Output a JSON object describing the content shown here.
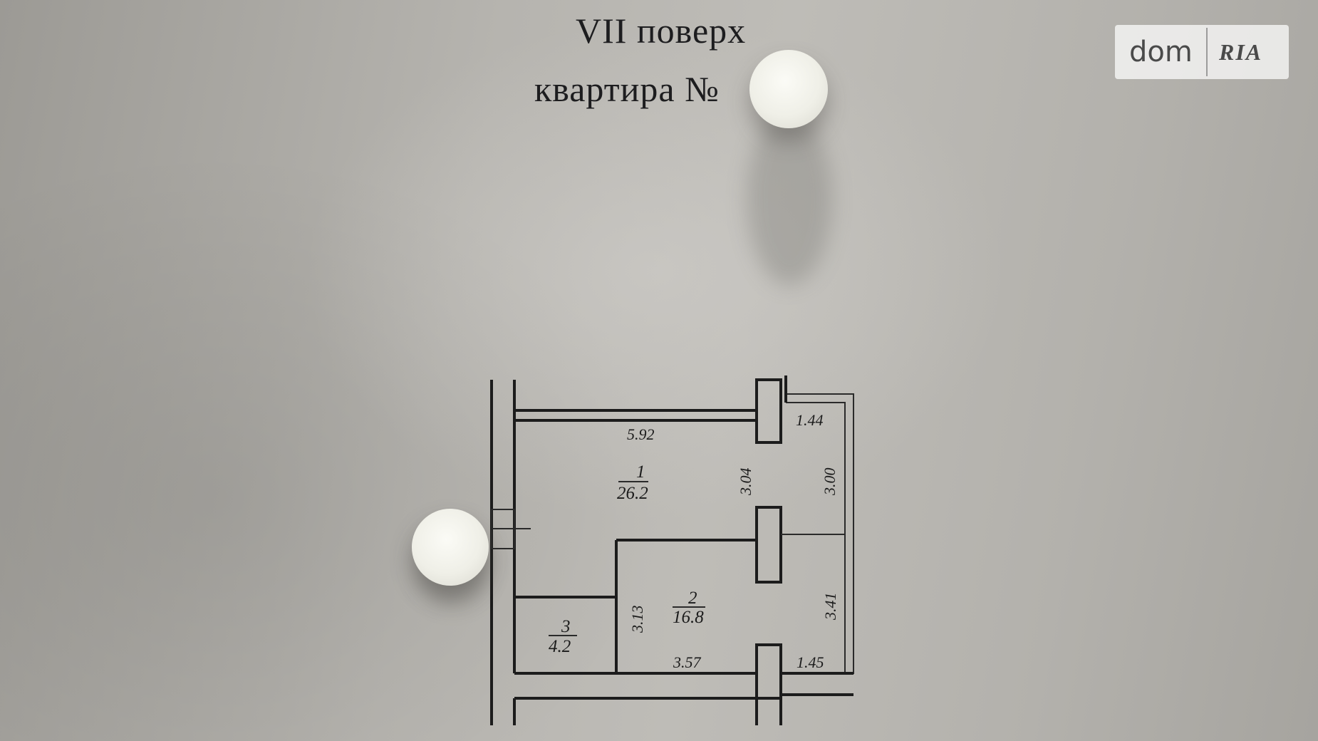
{
  "page": {
    "floor_title": "VII поверх",
    "apartment_title": "квартира №"
  },
  "logo": {
    "left_text": "dom",
    "right_text": "RIA"
  },
  "plan": {
    "dimensions": [
      {
        "id": "top-width",
        "label": "5.92"
      },
      {
        "id": "balcony-width-top",
        "label": "1.44"
      },
      {
        "id": "room1-depth",
        "label": "3.04"
      },
      {
        "id": "balcony-depth",
        "label": "3.00"
      },
      {
        "id": "room2-depth-left",
        "label": "3.13"
      },
      {
        "id": "room2-depth-right",
        "label": "3.41"
      },
      {
        "id": "room2-width",
        "label": "3.57"
      },
      {
        "id": "balcony-width-bottom",
        "label": "1.45"
      }
    ],
    "rooms": [
      {
        "number": "1",
        "area": "26.2"
      },
      {
        "number": "2",
        "area": "16.8"
      },
      {
        "number": "3",
        "area": "4.2"
      }
    ]
  }
}
